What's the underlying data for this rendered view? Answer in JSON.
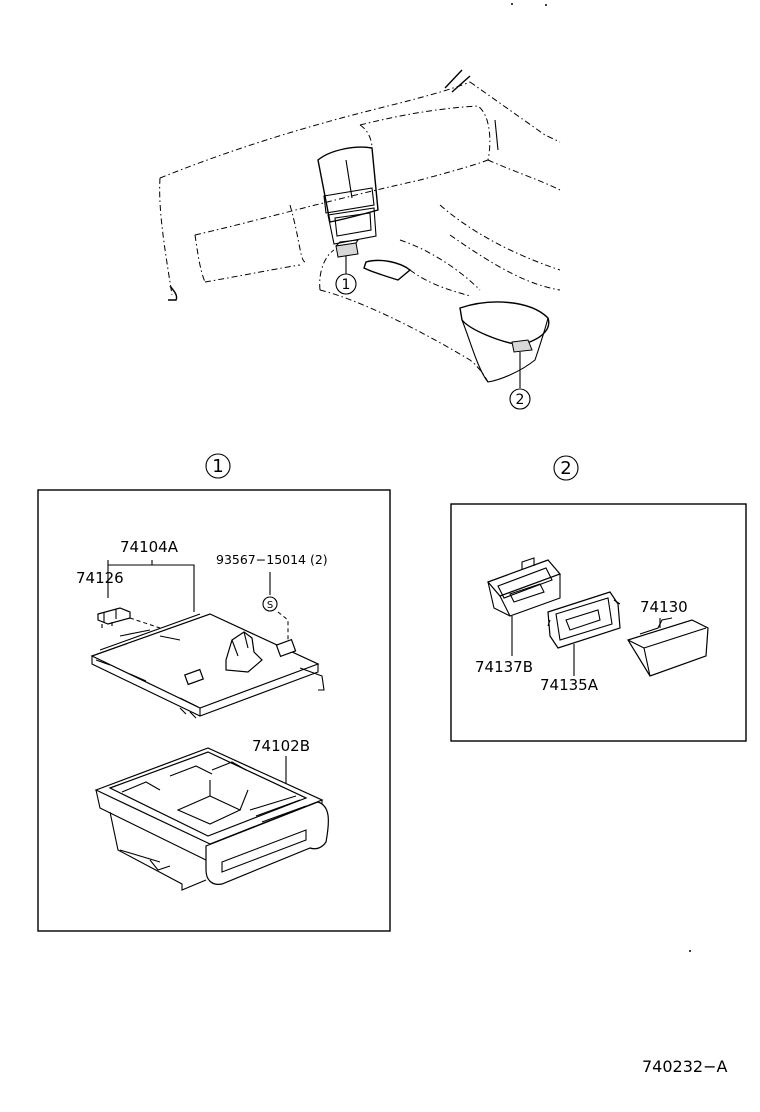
{
  "callouts": {
    "one": "1",
    "two": "2"
  },
  "box1": {
    "labels": {
      "p74104A": "74104A",
      "p74126": "74126",
      "p93567": "93567−15014 (2)",
      "screw_symbol": "S",
      "p74102B": "74102B"
    }
  },
  "box2": {
    "labels": {
      "p74130": "74130",
      "p74137B": "74137B",
      "p74135A": "74135A"
    }
  },
  "figure_id": "740232−A"
}
